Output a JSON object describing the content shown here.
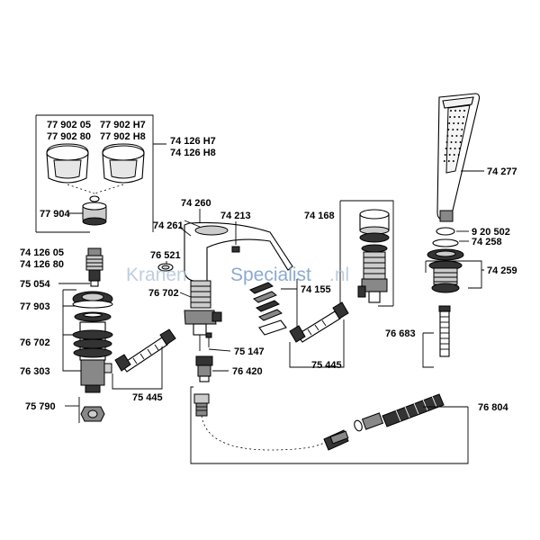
{
  "labels": {
    "p77902_05": "77 902 05",
    "p77902_80": "77 902 80",
    "p77902_h7": "77 902 H7",
    "p77902_h8": "77 902 H8",
    "p74126_h7": "74 126 H7",
    "p74126_h8": "74 126 H8",
    "p77904": "77 904",
    "p74126_05": "74 126 05",
    "p74126_80": "74 126 80",
    "p75054": "75 054",
    "p77903": "77 903",
    "p76702_left": "76 702",
    "p76303": "76 303",
    "p75790": "75 790",
    "p74260": "74 260",
    "p74261": "74 261",
    "p74213": "74 213",
    "p76521": "76 521",
    "p76702_mid": "76 702",
    "p74155": "74 155",
    "p75147": "75 147",
    "p76420": "76 420",
    "p75445_left": "75 445",
    "p74168": "74 168",
    "p75445_right": "75 445",
    "p74277": "74 277",
    "p920502": "9 20 502",
    "p74258": "74 258",
    "p74259": "74 259",
    "p76683": "76 683",
    "p76804": "76 804"
  },
  "watermark": {
    "part1": "Kranen",
    "part2": "Specialist",
    "part3": ".nl"
  }
}
